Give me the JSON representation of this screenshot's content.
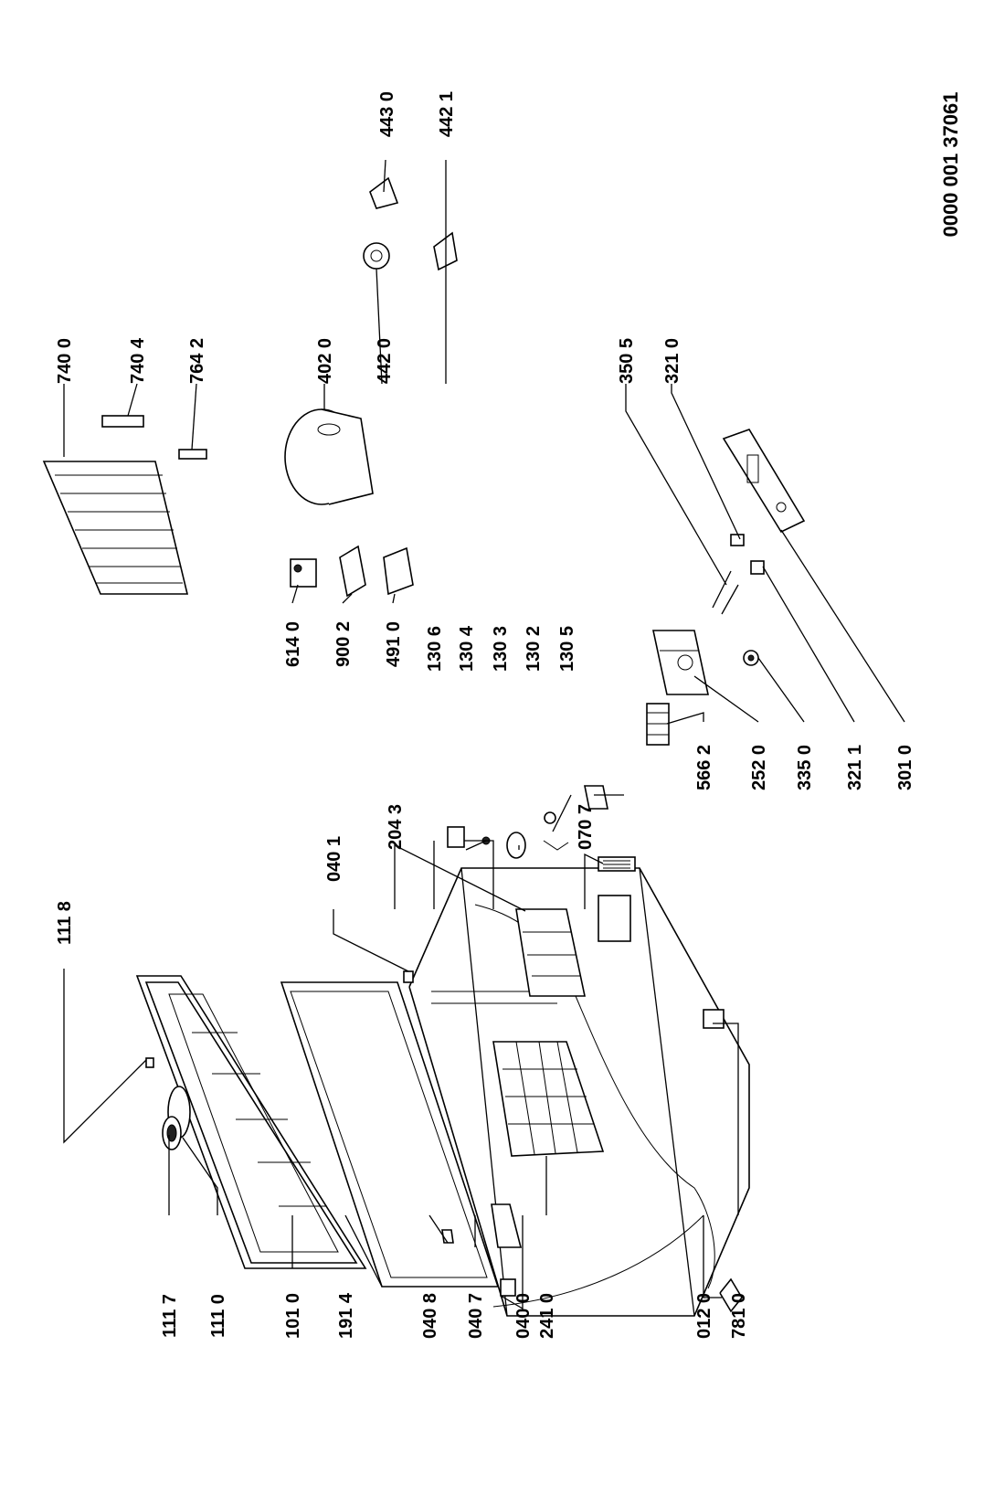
{
  "document_number": "0000 001 37061",
  "parts": [
    {
      "id": "p1117",
      "code": "111 7"
    },
    {
      "id": "p1110",
      "code": "111 0"
    },
    {
      "id": "p1010",
      "code": "101 0"
    },
    {
      "id": "p1914",
      "code": "191 4"
    },
    {
      "id": "p0408",
      "code": "040 8"
    },
    {
      "id": "p0407",
      "code": "040 7"
    },
    {
      "id": "p0400",
      "code": "040 0"
    },
    {
      "id": "p2410",
      "code": "241 0"
    },
    {
      "id": "p0120",
      "code": "012 0"
    },
    {
      "id": "p7810",
      "code": "781 0"
    },
    {
      "id": "p1118",
      "code": "111 8"
    },
    {
      "id": "p0401",
      "code": "040 1"
    },
    {
      "id": "p2043",
      "code": "204 3"
    },
    {
      "id": "p0707",
      "code": "070 7"
    },
    {
      "id": "p1306",
      "code": "130 6"
    },
    {
      "id": "p1304",
      "code": "130 4"
    },
    {
      "id": "p1303",
      "code": "130 3"
    },
    {
      "id": "p1302",
      "code": "130 2"
    },
    {
      "id": "p1305",
      "code": "130 5"
    },
    {
      "id": "p6140",
      "code": "614 0"
    },
    {
      "id": "p9002",
      "code": "900 2"
    },
    {
      "id": "p4910",
      "code": "491 0"
    },
    {
      "id": "p5662",
      "code": "566 2"
    },
    {
      "id": "p2520",
      "code": "252 0"
    },
    {
      "id": "p3350",
      "code": "335 0"
    },
    {
      "id": "p3211",
      "code": "321 1"
    },
    {
      "id": "p3010",
      "code": "301 0"
    },
    {
      "id": "p3505",
      "code": "350 5"
    },
    {
      "id": "p3210",
      "code": "321 0"
    },
    {
      "id": "p7400",
      "code": "740 0"
    },
    {
      "id": "p7404",
      "code": "740 4"
    },
    {
      "id": "p7642",
      "code": "764 2"
    },
    {
      "id": "p4020",
      "code": "402 0"
    },
    {
      "id": "p4420",
      "code": "442 0"
    },
    {
      "id": "p4421",
      "code": "442 1"
    },
    {
      "id": "p4430",
      "code": "443 0"
    }
  ]
}
